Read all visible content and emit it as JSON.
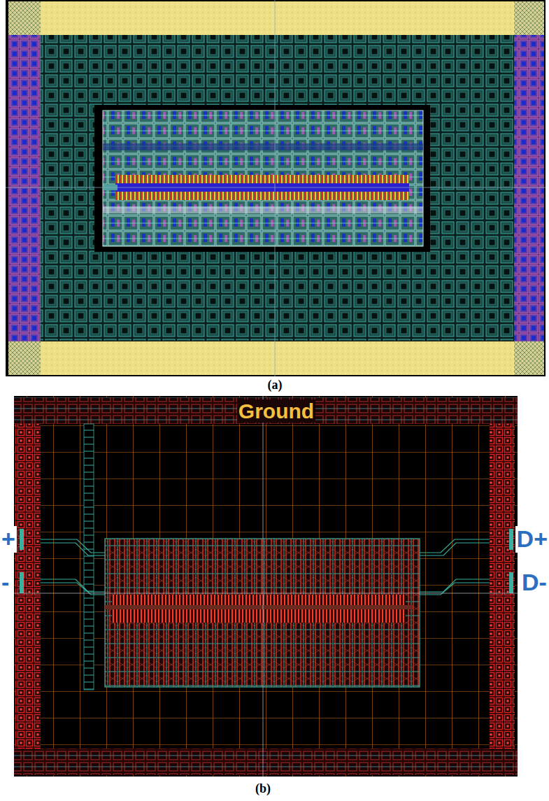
{
  "diagram": {
    "labels": [
      "(a)",
      "(b)",
      "Ground",
      "+",
      "D+",
      "-",
      "D-"
    ]
  }
}
